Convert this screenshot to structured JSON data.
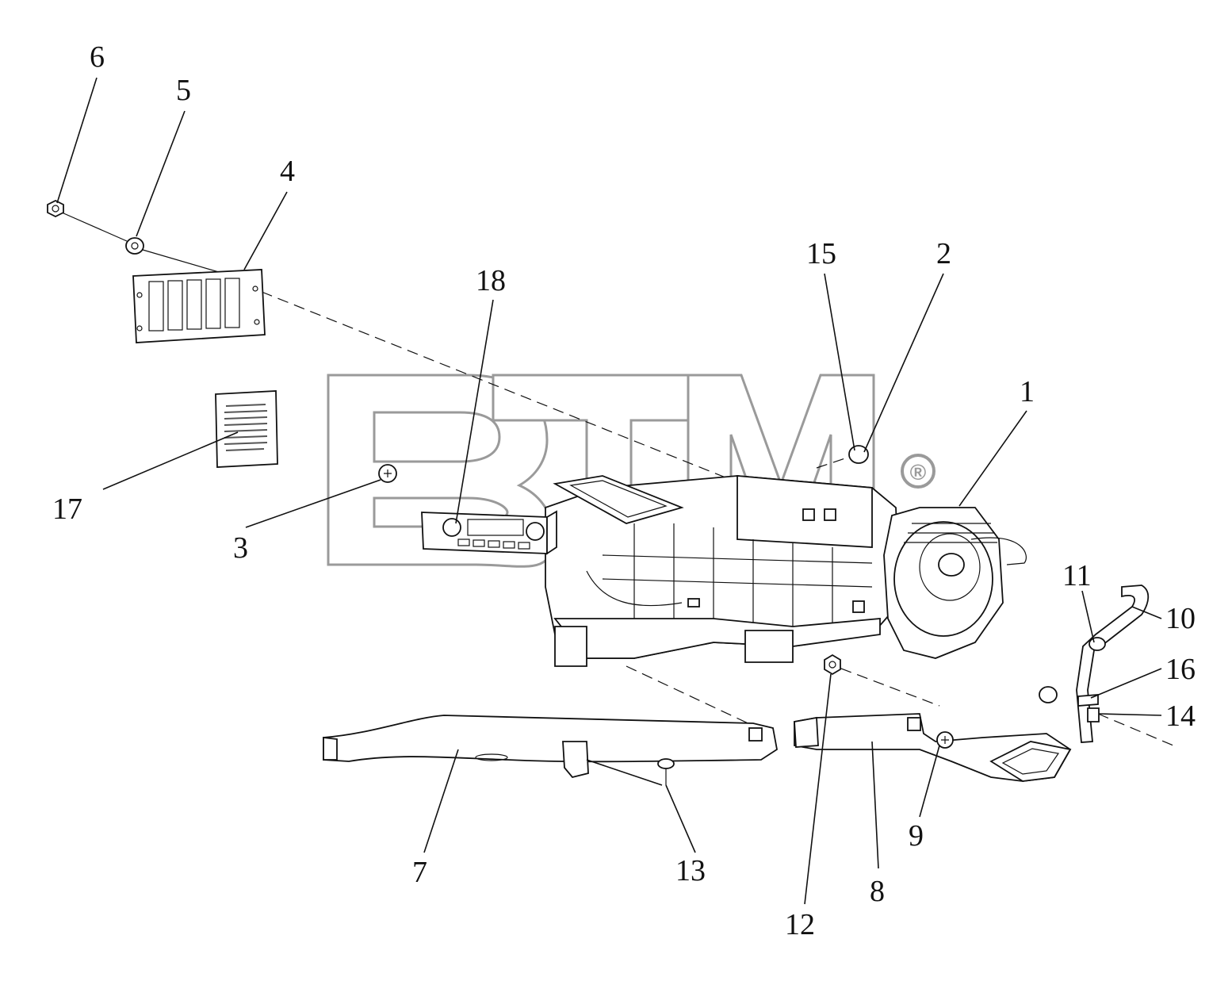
{
  "watermark": {
    "text": "BTM",
    "registered_mark": "®",
    "color": "#9a9a9a"
  },
  "callouts": {
    "c1": "1",
    "c2": "2",
    "c3": "3",
    "c4": "4",
    "c5": "5",
    "c6": "6",
    "c7": "7",
    "c8": "8",
    "c9": "9",
    "c10": "10",
    "c11": "11",
    "c12": "12",
    "c13": "13",
    "c14": "14",
    "c15": "15",
    "c16": "16",
    "c17": "17",
    "c18": "18"
  },
  "parts": {
    "p1": "hvac-unit-blower-housing",
    "p2": "grommet",
    "p3": "screw",
    "p4": "louvered-panel",
    "p5": "washer",
    "p6": "nut",
    "p7": "left-air-duct",
    "p8": "right-air-duct",
    "p9": "screw",
    "p10": "drain-tube",
    "p11": "tube-clamp",
    "p12": "nut",
    "p13": "bolt",
    "p14": "bracket-clip",
    "p15": "grommet",
    "p16": "clamp",
    "p17": "label-sticker",
    "p18": "control-panel"
  }
}
